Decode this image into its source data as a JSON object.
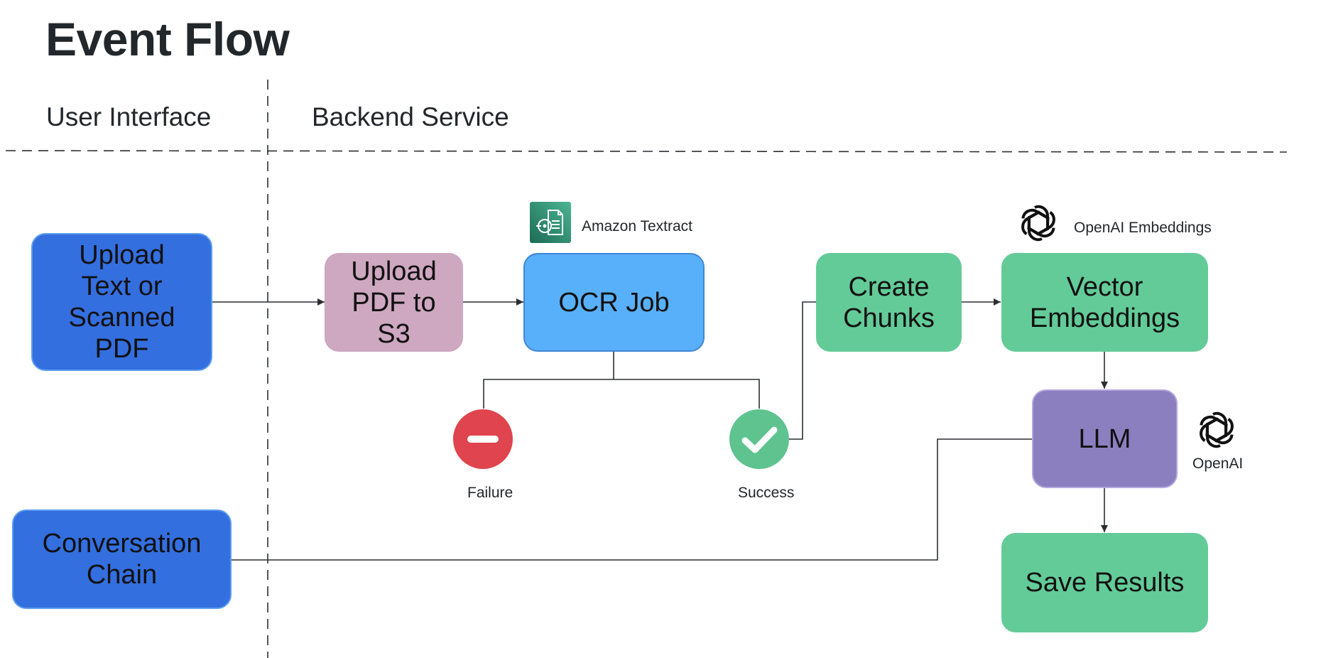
{
  "title": "Event Flow",
  "lanes": {
    "user_interface": "User Interface",
    "backend_service": "Backend Service"
  },
  "nodes": {
    "upload_text_pdf": "Upload\nText or\nScanned\nPDF",
    "upload_pdf_s3": "Upload\nPDF to\nS3",
    "ocr_job": "OCR Job",
    "create_chunks": "Create\nChunks",
    "vector_embeddings": "Vector\nEmbeddings",
    "llm": "LLM",
    "save_results": "Save Results",
    "conversation_chain": "Conversation\nChain"
  },
  "status": {
    "failure": "Failure",
    "success": "Success"
  },
  "services": {
    "textract": "Amazon Textract",
    "openai_embeddings": "OpenAI Embeddings",
    "openai": "OpenAI"
  },
  "colors": {
    "ui_blue": "#346fdf",
    "s3_pink": "#cea7c0",
    "ocr_blue": "#59b0fa",
    "green": "#63cb98",
    "llm_purple": "#8c7fc0",
    "failure_red": "#e0444e",
    "success_green": "#5ec38f",
    "textract_teal": "#2e8a70"
  },
  "icons": {
    "textract": "amazon-textract-icon",
    "openai": "openai-logo-icon",
    "failure": "minus-circle-icon",
    "success": "check-circle-icon"
  }
}
